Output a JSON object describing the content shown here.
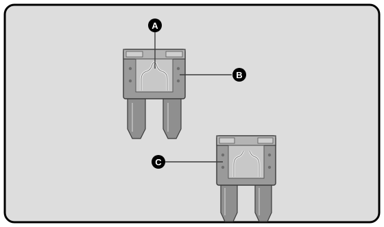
{
  "diagram": {
    "title": "",
    "callouts": [
      {
        "id": "A",
        "label": "A",
        "target": "fuse-element"
      },
      {
        "id": "B",
        "label": "B",
        "target": "fuse-body-intact"
      },
      {
        "id": "C",
        "label": "C",
        "target": "fuse-body-blown"
      }
    ],
    "components": [
      {
        "id": "fuse-top",
        "kind": "mini blade fuse",
        "state": "normal"
      },
      {
        "id": "fuse-bottom",
        "kind": "mini blade fuse",
        "state": "blown"
      }
    ],
    "colors": {
      "frame_fill": "#dddddd",
      "frame_border": "#000000",
      "fuse_fill": "#9a9a9a",
      "fuse_shade": "#7a7a7a",
      "fuse_highlight": "#c8c8c8",
      "callout_fill": "#000000",
      "callout_text": "#ffffff"
    }
  }
}
